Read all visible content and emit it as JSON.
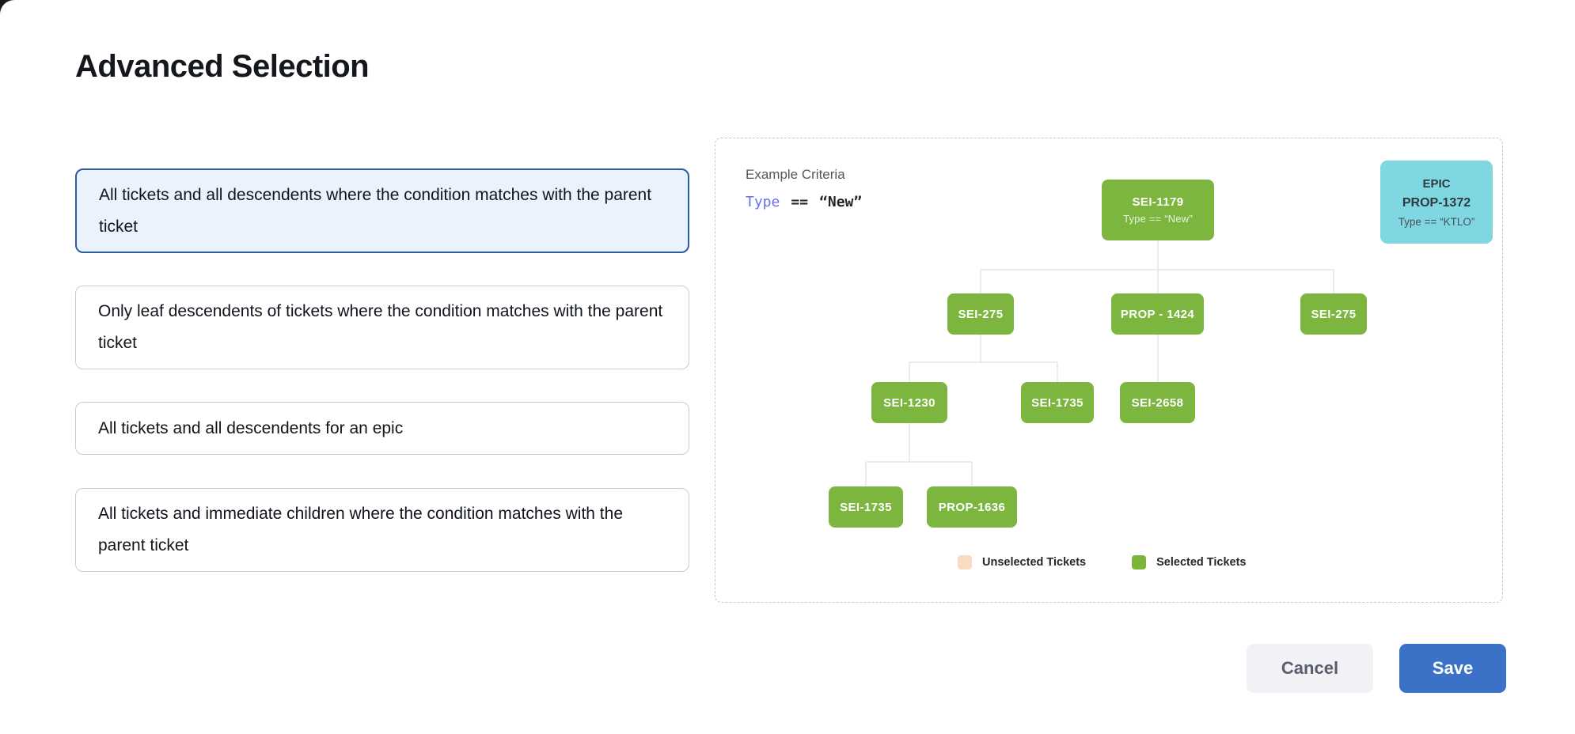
{
  "page": {
    "title": "Advanced Selection"
  },
  "options": {
    "items": [
      {
        "label": "All tickets and all descendents where the condition matches with the parent ticket",
        "selected": true
      },
      {
        "label": "Only leaf descendents of tickets where the condition matches with the parent ticket",
        "selected": false
      },
      {
        "label": "All tickets and all descendents for an epic",
        "selected": false
      },
      {
        "label": "All tickets and immediate children where the condition matches with the parent ticket",
        "selected": false
      }
    ],
    "selected_border_color": "#2b5ca8",
    "selected_bg_color": "#eaf3fb"
  },
  "preview_panel": {
    "example_criteria_label": "Example Criteria",
    "criteria": {
      "field": "Type",
      "operator": "==",
      "value": "“New”"
    },
    "epic_card": {
      "type_label": "EPIC",
      "ticket_id": "PROP-1372",
      "condition": "Type == “KTLO”",
      "color": "#7fd7e1"
    },
    "tree": {
      "root": {
        "label": "SEI-1179",
        "condition": "Type == “New”"
      },
      "level2": [
        "SEI-275",
        "PROP - 1424",
        "SEI-275"
      ],
      "level3": [
        "SEI-1230",
        "SEI-1735",
        "SEI-2658"
      ],
      "level4": [
        "SEI-1735",
        "PROP-1636"
      ],
      "node_color": "#7db63f",
      "connector_color": "#e4e5e9"
    },
    "legend": {
      "items": [
        {
          "label": "Unselected Tickets",
          "color": "#f8dcc2"
        },
        {
          "label": "Selected Tickets",
          "color": "#7cb53c"
        }
      ]
    }
  },
  "footer": {
    "cancel_label": "Cancel",
    "save_label": "Save"
  }
}
